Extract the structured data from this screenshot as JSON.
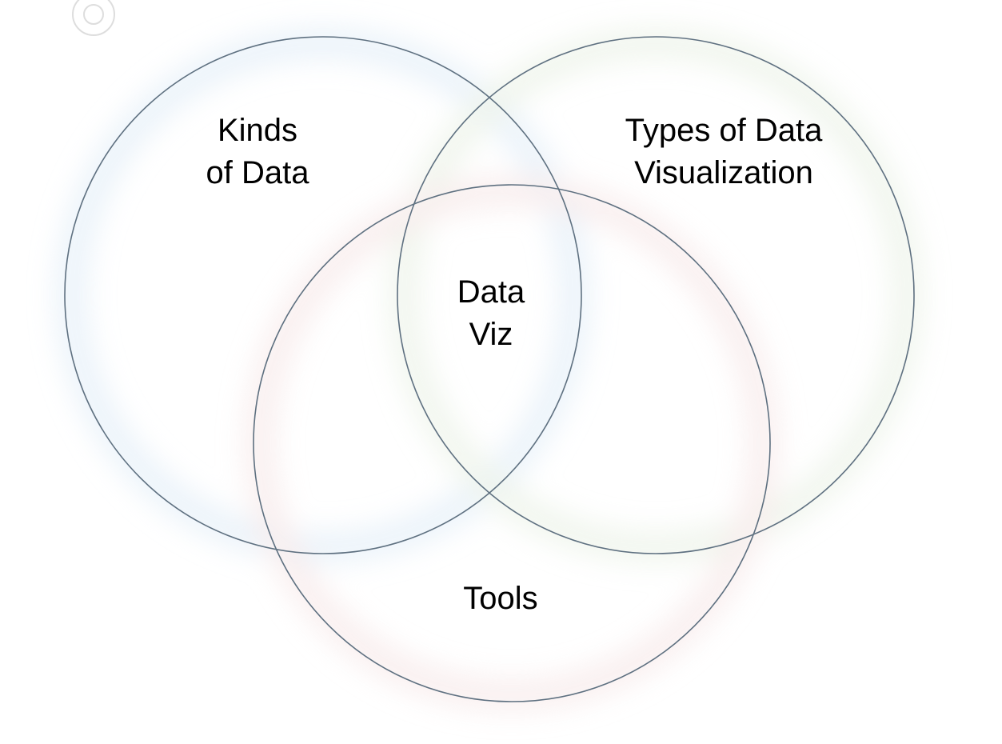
{
  "diagram": {
    "kinds_of_data": {
      "line1": "Kinds",
      "line2": "of Data"
    },
    "types_of_viz": {
      "line1": "Types of Data",
      "line2": "Visualization"
    },
    "center": {
      "line1": "Data",
      "line2": "Viz"
    },
    "tools": {
      "line1": "Tools"
    }
  },
  "colors": {
    "circle_stroke": "#5e7080",
    "glow_blue": "#d6e6f4",
    "glow_green": "#e2ecdc",
    "glow_red": "#f3dede",
    "text": "#000000"
  },
  "icons": {
    "corner_badge": "target-ring-icon"
  }
}
